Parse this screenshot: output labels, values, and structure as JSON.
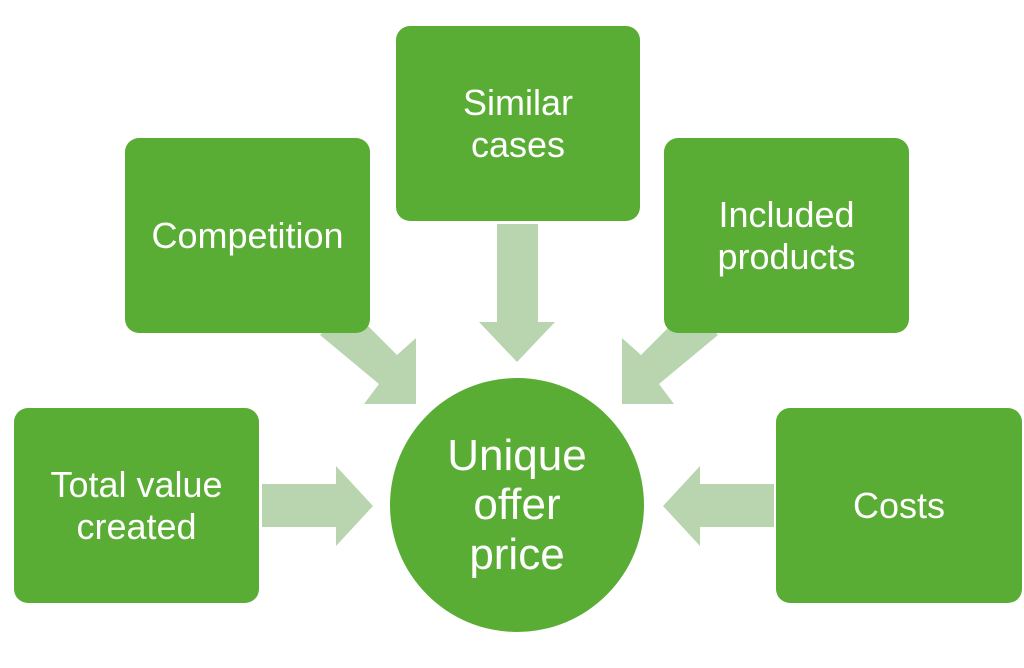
{
  "colors": {
    "box_fill": "#5aad34",
    "arrow_fill": "#b8d5b0",
    "text": "#ffffff",
    "background": "#ffffff"
  },
  "center": {
    "label": "Unique\noffer\nprice"
  },
  "factors": {
    "similar_cases": "Similar\ncases",
    "competition": "Competition",
    "included_products": "Included\nproducts",
    "total_value_created": "Total value\ncreated",
    "costs": "Costs"
  },
  "relationships": [
    {
      "from": "Similar\ncases",
      "to": "Unique\noffer\nprice"
    },
    {
      "from": "Competition",
      "to": "Unique\noffer\nprice"
    },
    {
      "from": "Included\nproducts",
      "to": "Unique\noffer\nprice"
    },
    {
      "from": "Total value\ncreated",
      "to": "Unique\noffer\nprice"
    },
    {
      "from": "Costs",
      "to": "Unique\noffer\nprice"
    }
  ]
}
